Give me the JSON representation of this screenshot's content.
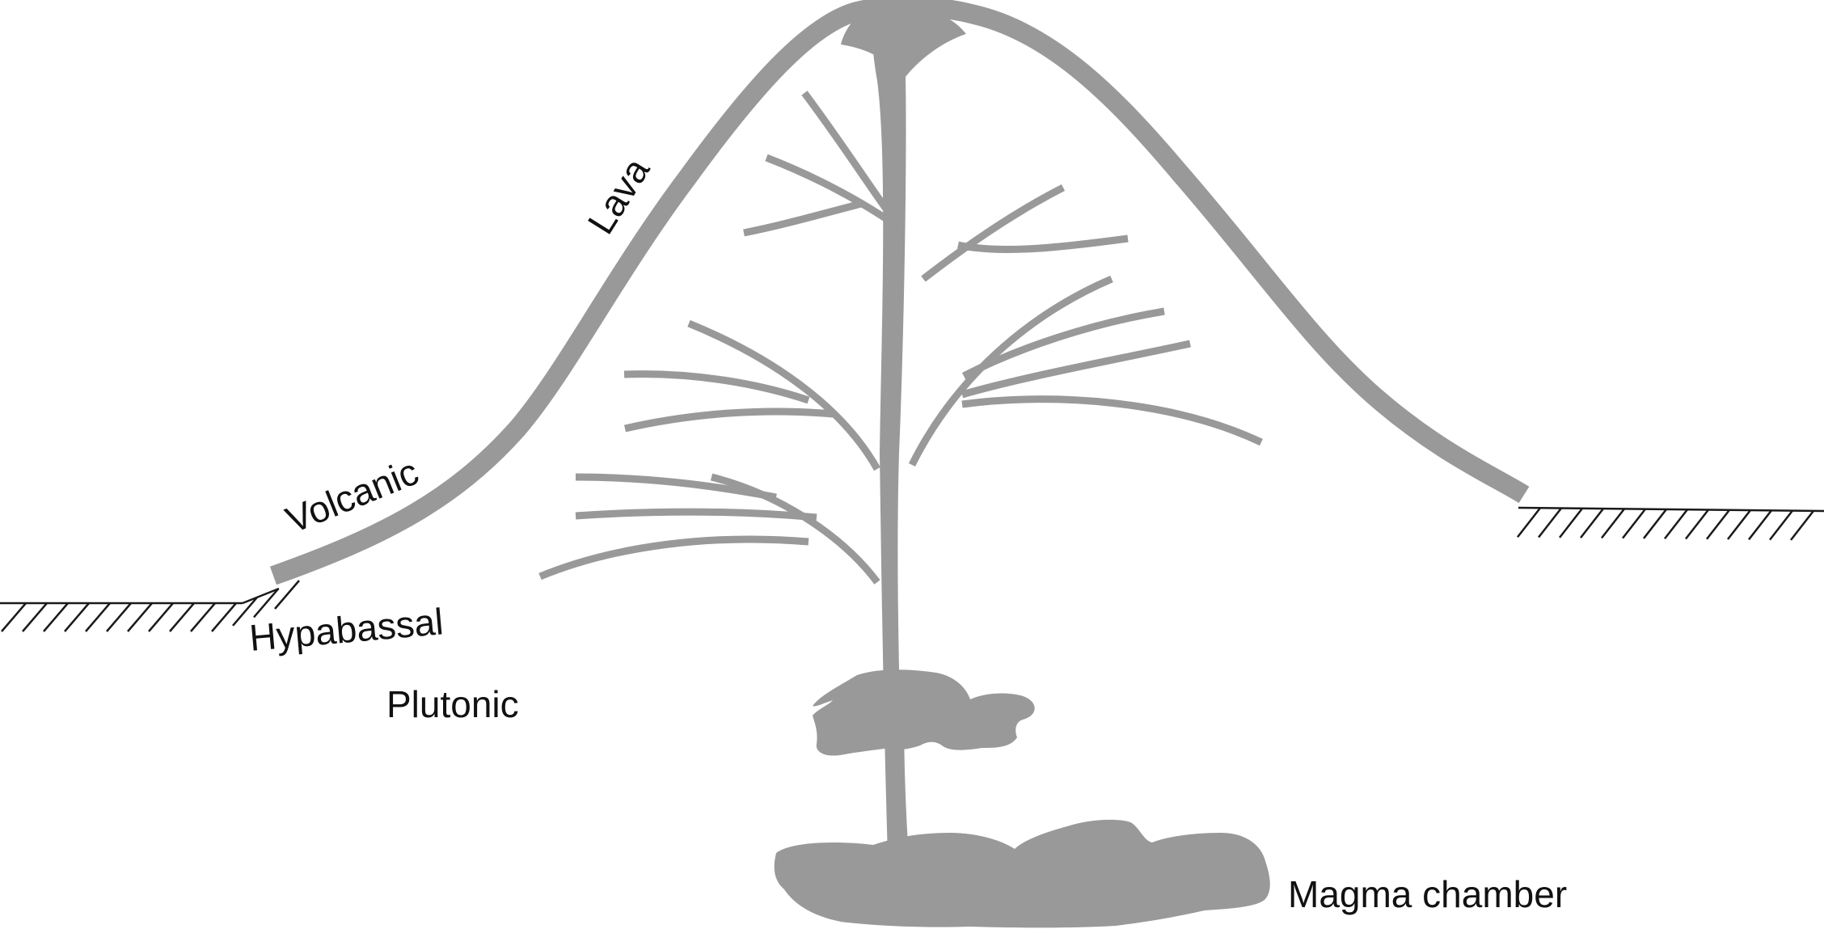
{
  "diagram": {
    "labels": {
      "lava": "Lava",
      "volcanic": "Volcanic",
      "hypabassal": "Hypabassal",
      "plutonic": "Plutonic",
      "magma_chamber": "Magma chamber"
    },
    "colors": {
      "intrusion_fill": "#999999",
      "ground_line": "#1a1a1a",
      "label_text": "#111111",
      "background": "#ffffff"
    }
  }
}
